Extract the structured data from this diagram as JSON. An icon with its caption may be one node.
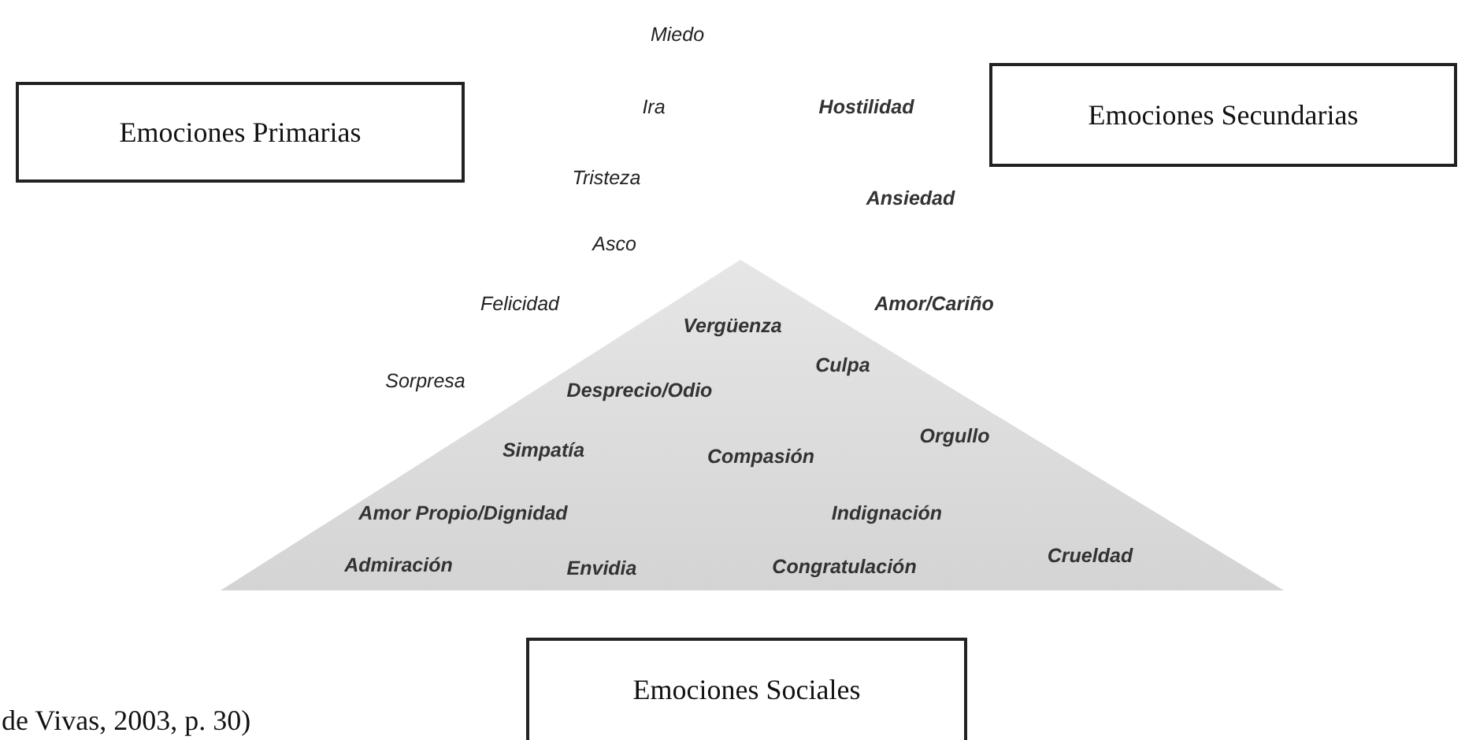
{
  "diagram": {
    "nodes": [
      {
        "text": [
          "Emociones Primarias"
        ]
      },
      {
        "text": [
          "Emociones Secundarias"
        ]
      },
      {
        "text": [
          "Emociones Sociales"
        ]
      }
    ],
    "edges": [],
    "labels": [
      "Miedo",
      "Ira",
      "Hostilidad",
      "Tristeza",
      "Ansiedad",
      "Asco",
      "Felicidad",
      "Amor/Cariño",
      "Vergüenza",
      "Culpa",
      "Sorpresa",
      "Desprecio/Odio",
      "Orgullo",
      "Simpatía",
      "Compasión",
      "Amor Propio/Dignidad",
      "Indignación",
      "Admiración",
      "Envidia",
      "Congratulación",
      "Crueldad",
      "de Vivas, 2003, p. 30)"
    ]
  }
}
